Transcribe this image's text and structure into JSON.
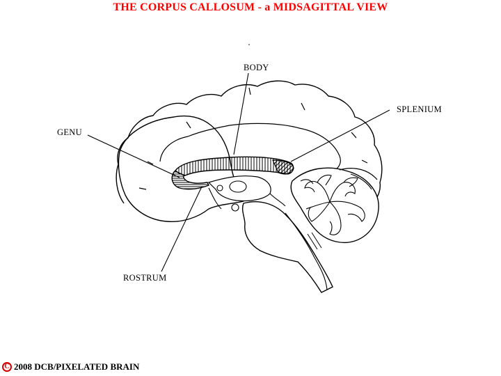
{
  "title": "THE CORPUS CALLOSUM - a MIDSAGITTAL VIEW",
  "labels": {
    "body": "BODY",
    "splenium": "SPLENIUM",
    "genu": "GENU",
    "rostrum": "ROSTRUM"
  },
  "footer": {
    "symbol": "C",
    "text": "2008  DCB/PIXELATED BRAIN"
  },
  "colors": {
    "title": "#ff0000",
    "copyright_symbol": "#d40000"
  }
}
